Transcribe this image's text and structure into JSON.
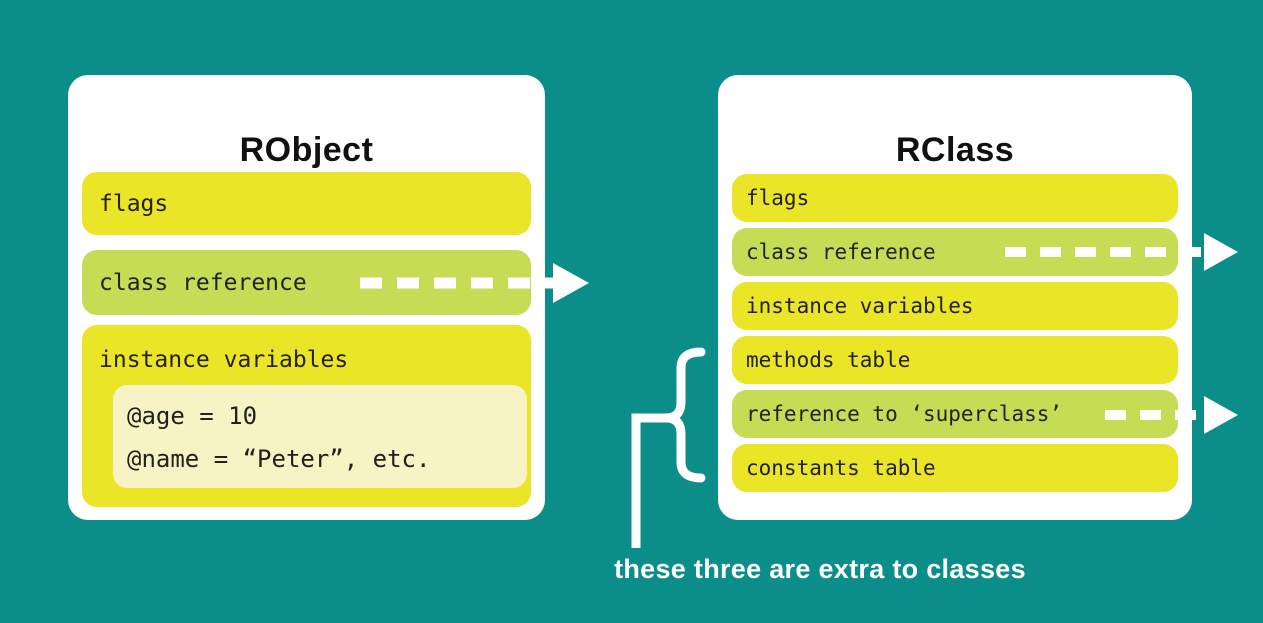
{
  "colors": {
    "background_teal": "#0B8D8A",
    "card_white": "#FFFFFF",
    "row_yellow": "#EBE527",
    "row_green": "#C6DC55",
    "inner_cream": "#F7F3C4",
    "arrow_and_brace": "#FFFFFF",
    "bar_text": "#22211A",
    "title_text": "#111111"
  },
  "robject_card": {
    "title": "RObject",
    "rows": [
      {
        "label": "flags"
      },
      {
        "label": "class reference",
        "arrow": "dashed arrow pointing right"
      },
      {
        "label": "instance variables",
        "values": [
          "@age = 10",
          "@name = “Peter”, etc."
        ]
      }
    ]
  },
  "rclass_card": {
    "title": "RClass",
    "rows": [
      {
        "label": "flags"
      },
      {
        "label": "class reference",
        "arrow": "dashed arrow pointing right"
      },
      {
        "label": "instance variables"
      },
      {
        "label": "methods table"
      },
      {
        "label": "reference to ‘superclass’",
        "arrow": "dashed arrow pointing right"
      },
      {
        "label": "constants table"
      }
    ]
  },
  "annotation": {
    "label": "these three are extra to classes",
    "brace_covers": [
      "methods table",
      "reference to ‘superclass’",
      "constants table"
    ]
  }
}
